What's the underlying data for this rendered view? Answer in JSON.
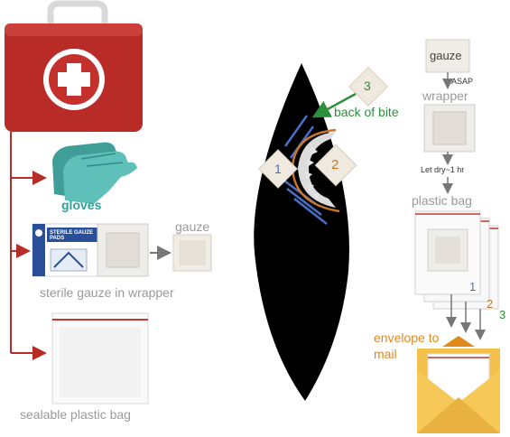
{
  "colors": {
    "kit_red": "#b92b27",
    "glove_teal": "#4fb3ad",
    "glove_label": "#2aa198",
    "gray_text": "#9a9a9a",
    "bite_blue": "#4a6fc7",
    "bite_orange": "#c8762a",
    "bite_green": "#2c8f3c",
    "envelope_orange": "#e08a1e",
    "envelope_yellow": "#f3c04b"
  },
  "left_panel": {
    "kit_icon": "first-aid-kit-icon",
    "gloves_label": "gloves",
    "sterile_pack_text": "STERILE GAUZE PADS",
    "gauze_label": "gauze",
    "wrapper_caption": "sterile gauze in wrapper",
    "bag_caption": "sealable plastic bag"
  },
  "center_panel": {
    "bite_area_1": "1",
    "bite_area_2": "2",
    "bite_area_3": "3",
    "back_of_bite_label": "back of bite"
  },
  "right_panel": {
    "gauze_label": "gauze",
    "asap_label": "ASAP",
    "wrapper_label": "wrapper",
    "dry_label": "Let dry~1 hr",
    "plastic_bag_label": "plastic bag",
    "bag_num_1": "1",
    "bag_num_2": "2",
    "bag_num_3": "3",
    "envelope_label_line1": "envelope to",
    "envelope_label_line2": "mail"
  }
}
